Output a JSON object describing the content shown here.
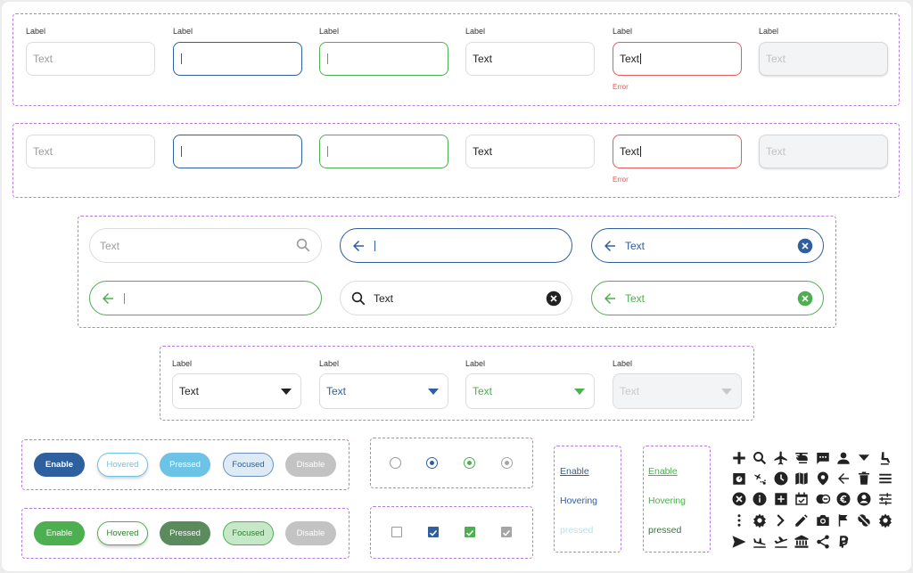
{
  "colors": {
    "blue": "#2e5f9e",
    "light_blue": "#6cc3e6",
    "green": "#4caf50",
    "dark_green": "#5b8a5c",
    "red": "#e85a5a",
    "grey": "#c3c3c3",
    "dashed_border": "#b57be0"
  },
  "labeled_fields": {
    "label": "Label",
    "items": [
      {
        "state": "placeholder",
        "text": "Text"
      },
      {
        "state": "focused",
        "text": ""
      },
      {
        "state": "valid",
        "text": ""
      },
      {
        "state": "filled",
        "text": "Text"
      },
      {
        "state": "error",
        "text": "Text",
        "error": "Error"
      },
      {
        "state": "disabled",
        "text": "Text"
      }
    ]
  },
  "unlabeled_fields": {
    "items": [
      {
        "state": "placeholder",
        "text": "Text"
      },
      {
        "state": "focused",
        "text": ""
      },
      {
        "state": "valid",
        "text": ""
      },
      {
        "state": "filled",
        "text": "Text"
      },
      {
        "state": "error",
        "text": "Text",
        "error": "Error"
      },
      {
        "state": "disabled",
        "text": "Text"
      }
    ]
  },
  "search_fields": {
    "items": [
      {
        "state": "placeholder",
        "text": "Text",
        "icon": "search-icon"
      },
      {
        "state": "focused",
        "text": "",
        "icon": "arrow-left-icon"
      },
      {
        "state": "filled",
        "text": "Text",
        "icon": "arrow-left-icon",
        "end_icon": "clear-icon"
      },
      {
        "state": "valid",
        "text": "",
        "icon": "arrow-left-icon"
      },
      {
        "state": "filled",
        "text": "Text",
        "icon": "search-icon",
        "end_icon": "clear-icon"
      },
      {
        "state": "valid-filled",
        "text": "Text",
        "icon": "arrow-left-icon",
        "end_icon": "clear-icon"
      }
    ]
  },
  "selects": {
    "label": "Label",
    "items": [
      {
        "state": "default",
        "value": "Text"
      },
      {
        "state": "focused",
        "value": "Text"
      },
      {
        "state": "valid",
        "value": "Text"
      },
      {
        "state": "disabled",
        "value": "Text"
      }
    ]
  },
  "buttons_blue": {
    "enable": "Enable",
    "hovered": "Hovered",
    "pressed": "Pressed",
    "focused": "Focused",
    "disable": "Disable"
  },
  "buttons_green": {
    "enable": "Enable",
    "hovered": "Hovered",
    "pressed": "Pressed",
    "focused": "Focused",
    "disable": "Disable"
  },
  "links_blue": {
    "enable": "Enable",
    "hovering": "Hovering",
    "pressed": "pressed"
  },
  "links_green": {
    "enable": "Enable",
    "hovering": "Hovering",
    "pressed": "pressed"
  },
  "icons": [
    "plus-icon",
    "search-icon",
    "airplane-icon",
    "helicopter-icon",
    "chat-icon",
    "person-icon",
    "dropdown-arrow-icon",
    "seat-icon",
    "scale-icon",
    "flight-route-icon",
    "clock-icon",
    "map-icon",
    "location-pin-icon",
    "arrow-left-icon",
    "trash-icon",
    "menu-icon",
    "close-circle-icon",
    "info-icon",
    "add-box-icon",
    "calendar-check-icon",
    "currency-exchange-icon",
    "euro-icon",
    "account-circle-icon",
    "sliders-icon",
    "more-vertical-icon",
    "settings-icon",
    "chevron-right-icon",
    "pencil-icon",
    "camera-icon",
    "flag-icon",
    "money-off-icon",
    "gear-icon",
    "send-icon",
    "flight-land-icon",
    "flight-takeoff-icon",
    "bank-icon",
    "share-icon",
    "paypal-icon"
  ]
}
